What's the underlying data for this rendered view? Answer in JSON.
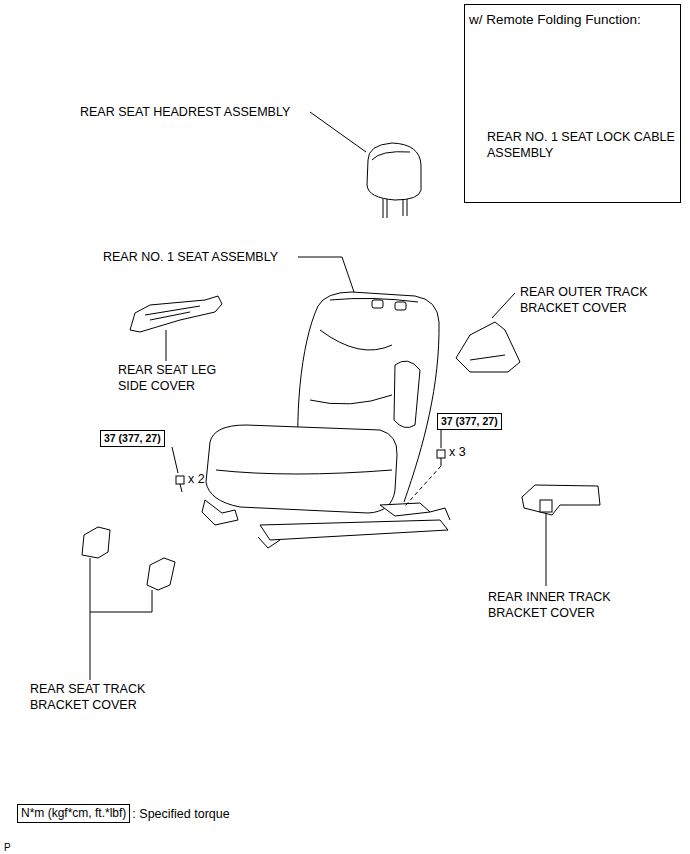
{
  "diagram": {
    "nodes": [
      {
        "text": [
          "w/ Remote Folding Function:",
          "REAR NO. 1 SEAT LOCK CABLE ASSEMBLY"
        ]
      },
      {
        "text": [
          "37 (377, 27)"
        ]
      },
      {
        "text": [
          "37 (377, 27)"
        ]
      },
      {
        "text": [
          "N*m (kgf*cm, ft.*lbf)"
        ]
      }
    ],
    "labels": [
      "REAR SEAT HEADREST ASSEMBLY",
      "REAR NO. 1 SEAT ASSEMBLY",
      "REAR OUTER TRACK BRACKET COVER",
      "REAR SEAT LEG SIDE COVER",
      "x 3",
      "x 2",
      "REAR INNER TRACK BRACKET COVER",
      "REAR SEAT TRACK BRACKET COVER",
      ": Specified torque",
      "P"
    ]
  }
}
